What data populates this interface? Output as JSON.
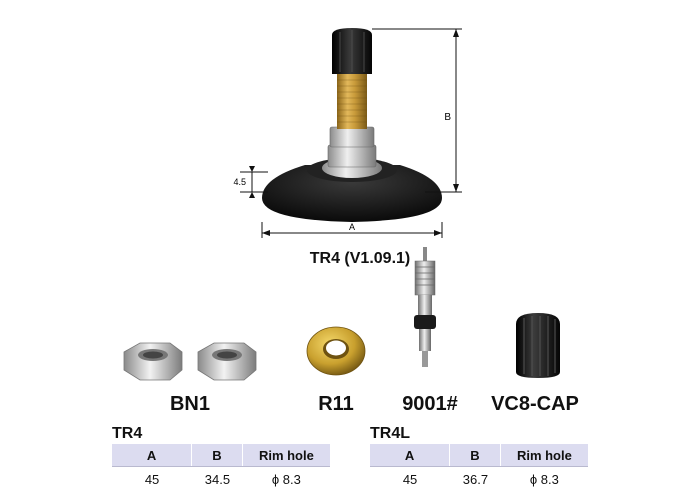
{
  "colors": {
    "rubber": "#1a1a1a",
    "brass": "#c89a3a",
    "metal": "#c9c9c9",
    "table_header": "#dcdcf0"
  },
  "figure": {
    "dim_a": "A",
    "dim_b": "B",
    "dim_height": "4.5",
    "model": "TR4 (V1.09.1)"
  },
  "parts": [
    {
      "label": "BN1",
      "icon": "hex-nut-icon"
    },
    {
      "label": "R11",
      "icon": "rim-washer-icon"
    },
    {
      "label": "9001#",
      "icon": "valve-core-icon"
    },
    {
      "label": "VC8-CAP",
      "icon": "valve-cap-icon"
    }
  ],
  "tables": [
    {
      "title": "TR4",
      "headers": [
        "A",
        "B",
        "Rim hole"
      ],
      "rows": [
        [
          "45",
          "34.5",
          "ϕ 8.3"
        ]
      ]
    },
    {
      "title": "TR4L",
      "headers": [
        "A",
        "B",
        "Rim hole"
      ],
      "rows": [
        [
          "45",
          "36.7",
          "ϕ 8.3"
        ]
      ]
    }
  ]
}
